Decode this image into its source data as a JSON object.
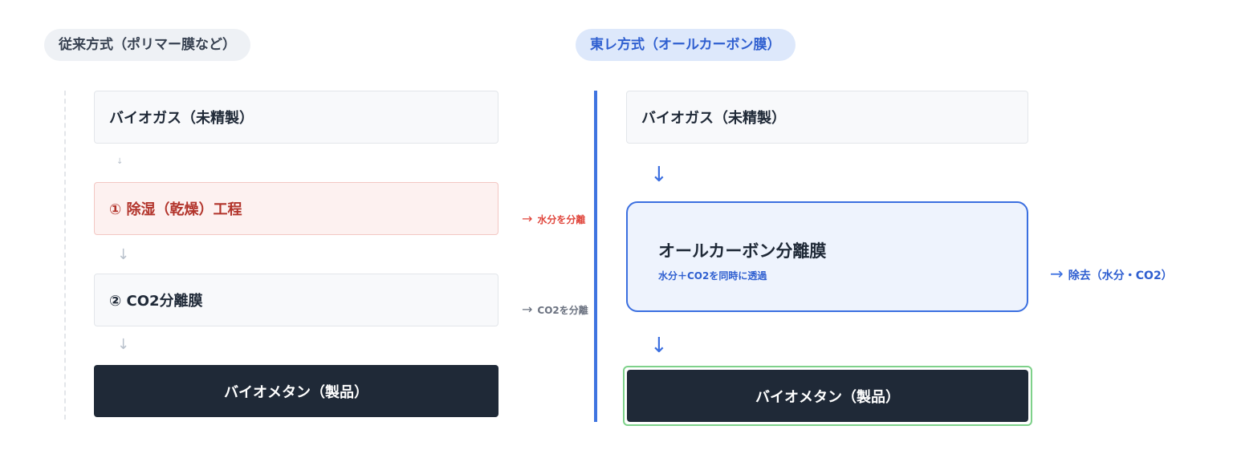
{
  "left": {
    "header": "従来方式（ポリマー膜など）",
    "raw": "バイオガス（未精製）",
    "step1": "① 除湿（乾燥）工程",
    "step1_side": "水分を分離",
    "step2": "② CO2分離膜",
    "step2_side": "CO2を分離",
    "product": "バイオメタン（製品）",
    "arrow": "↓"
  },
  "right": {
    "header": "東レ方式（オールカーボン膜）",
    "raw": "バイオガス（未精製）",
    "membrane_title": "オールカーボン分離膜",
    "membrane_sub": "水分＋CO2を同時に透過",
    "side": "除去（水分・CO2）",
    "product": "バイオメタン（製品）",
    "arrow": "↓"
  },
  "side_arrow": "→",
  "colors": {
    "accent_blue": "#3b6fe0",
    "alert_red": "#e0463c",
    "dark": "#1f2937",
    "success_green": "#7ed18a"
  }
}
